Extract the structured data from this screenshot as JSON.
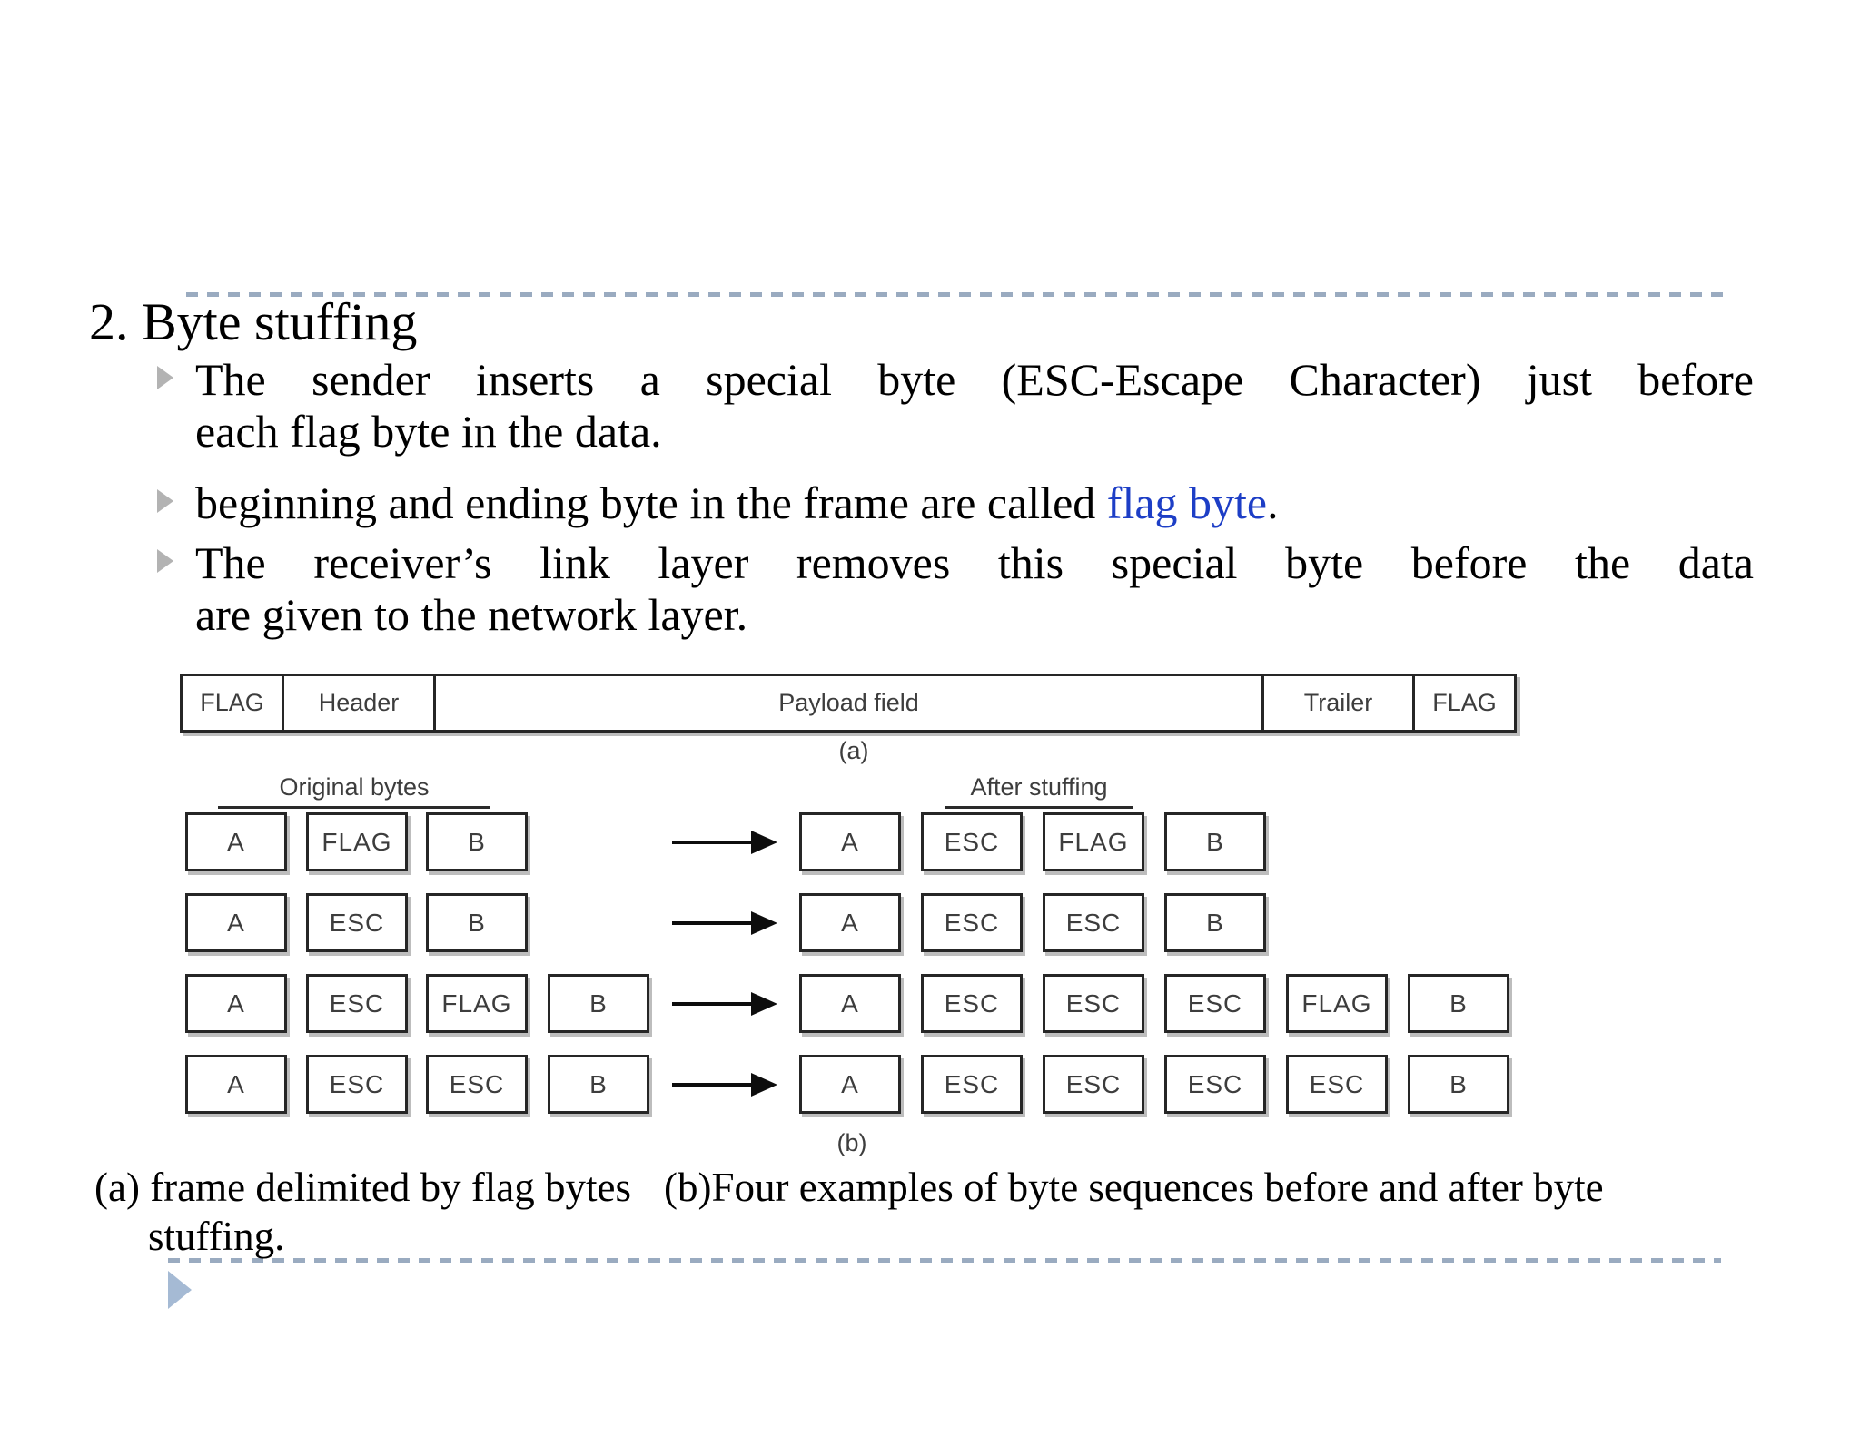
{
  "slide": {
    "title": "2. Byte stuffing",
    "bullets": [
      {
        "lines": [
          "The sender inserts a special byte (ESC-Escape Character) just before",
          "each flag byte in the data."
        ]
      },
      {
        "prefix": "beginning and ending byte in the frame are called ",
        "highlight": "flag byte",
        "suffix": "."
      },
      {
        "lines": [
          "The receiver’s link layer removes this special byte before the data",
          "are given to the network layer."
        ]
      }
    ]
  },
  "figure": {
    "frame_cells": [
      "FLAG",
      "Header",
      "Payload field",
      "Trailer",
      "FLAG"
    ],
    "label_a": "(a)",
    "label_b": "(b)",
    "left_column_header": "Original bytes",
    "right_column_header": "After stuffing",
    "rows": [
      {
        "original": [
          "A",
          "FLAG",
          "B"
        ],
        "stuffed": [
          "A",
          "ESC",
          "FLAG",
          "B"
        ]
      },
      {
        "original": [
          "A",
          "ESC",
          "B"
        ],
        "stuffed": [
          "A",
          "ESC",
          "ESC",
          "B"
        ]
      },
      {
        "original": [
          "A",
          "ESC",
          "FLAG",
          "B"
        ],
        "stuffed": [
          "A",
          "ESC",
          "ESC",
          "ESC",
          "FLAG",
          "B"
        ]
      },
      {
        "original": [
          "A",
          "ESC",
          "ESC",
          "B"
        ],
        "stuffed": [
          "A",
          "ESC",
          "ESC",
          "ESC",
          "ESC",
          "B"
        ]
      }
    ]
  },
  "caption": {
    "part_a": "(a) frame delimited by flag bytes",
    "part_b": "(b)Four examples of byte sequences before and after byte",
    "line2": "stuffing."
  },
  "colors": {
    "highlight_blue": "#1d3ec6",
    "dashed_line": "#9aabc0",
    "figure_text": "#3d3d3d",
    "footer_triangle": "#a5bad4"
  }
}
